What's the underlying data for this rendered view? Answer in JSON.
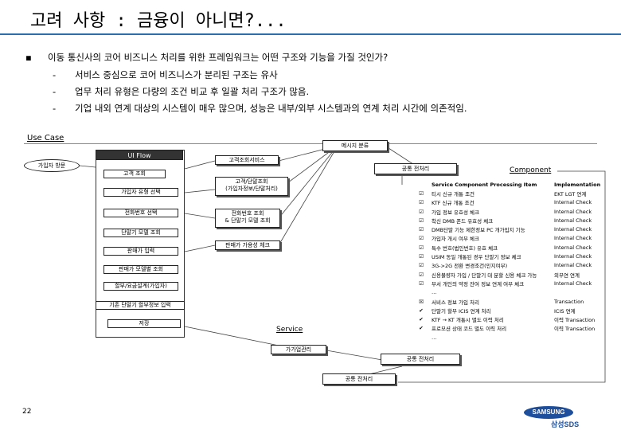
{
  "title": "고려 사항 : 금융이 아니면?...",
  "bullet_marker": "▪",
  "bullets": {
    "main": "이동 통신사의 코어 비즈니스 처리를 위한 프레임워크는 어떤 구조와 기능을 가질 것인가?",
    "sub": [
      "서비스 중심으로 코어 비즈니스가 분리된 구조는 유사",
      "업무 처리 유형은 다량의 조건 비교 후 일괄 처리 구조가 많음.",
      "기업 내외 연계 대상의 시스템이 매우 많으며, 성능은 내부/외부 시스템과의 연계 처리 시간에 의존적임."
    ],
    "sub_marker": "-"
  },
  "diagram": {
    "use_case": "Use Case",
    "ui_flow": "UI Flow",
    "customer_visit": "가입자 방문",
    "ui_steps": [
      "고객 조회",
      "가입자 유형 선택",
      "전화번호 선택",
      "단말기 모델 조회",
      "판매가 입력",
      "판매가 모델별 조회",
      "할부/요금설계(가입자)",
      "기존 단말기 할부정보 입력",
      "저장"
    ],
    "service_boxes": [
      "고객조회서비스",
      "고객/단말조회",
      "(가입자정보/단말처리)",
      "전화번호 조회",
      "& 단말기 모델 조회",
      "판매가 가용성 체크"
    ],
    "message_box": "메시지 분류",
    "common_proc_1": "공통 전처리",
    "common_proc_2": "공통 전처리",
    "common_proc_3": "공통 전처리",
    "mgmt_box": "가가업관리",
    "service_label": "Service",
    "component_label": "Component",
    "table_header": [
      "Service Component Processing Item",
      "Implementation"
    ],
    "table_rows": [
      {
        "check": "☑",
        "item": "티시 신규 개통 조건",
        "impl": "EKT LGT 연계"
      },
      {
        "check": "☑",
        "item": "KTF 신규 개통 조건",
        "impl": "Internal Check"
      },
      {
        "check": "☑",
        "item": "가입 정보 유효성 체크",
        "impl": "Internal Check"
      },
      {
        "check": "☑",
        "item": "착신 DMB 폰드 유효성 체크",
        "impl": "Internal Check"
      },
      {
        "check": "☑",
        "item": "DMB단말 기능 제한정보 PC 개가입지 기능",
        "impl": "Internal Check"
      },
      {
        "check": "☑",
        "item": "가입자 개시 여부 체크",
        "impl": "Internal Check"
      },
      {
        "check": "☑",
        "item": "특수 번호(법인번호) 유효 체크",
        "impl": "Internal Check"
      },
      {
        "check": "☑",
        "item": "USIM 동일 개통된 경우 단말기 정보 체크",
        "impl": "Internal Check"
      },
      {
        "check": "☑",
        "item": "3G->2G 전환 변경조건(인지여부)",
        "impl": "Internal Check"
      },
      {
        "check": "☑",
        "item": "신용불량자 가입 / 단말기 대 분할 신용 체크 가능",
        "impl": "외부연 연계"
      },
      {
        "check": "☑",
        "item": "부서 개인의 약정 잔여 정보 연계 여부 체크",
        "impl": "Internal Check"
      },
      {
        "check": "",
        "item": "…",
        "impl": ""
      },
      {
        "check": "☒",
        "item": "서비스 정보 가입 처리",
        "impl": "Transaction"
      },
      {
        "check": "✔",
        "item": "단말기 할부 ICIS 연계 처리",
        "impl": "ICIS 연계"
      },
      {
        "check": "✔",
        "item": "KTF → KT 개통시 별도 이력 처리",
        "impl": "이력 Transaction"
      },
      {
        "check": "✔",
        "item": "프로모션 상태 코드 별도 이력 처리",
        "impl": "이력 Transaction"
      },
      {
        "check": "",
        "item": "…",
        "impl": ""
      }
    ]
  },
  "page_number": "22",
  "logo": {
    "brand": "SAMSUNG",
    "sub": "삼성SDS",
    "color": "#1d4f9c"
  }
}
